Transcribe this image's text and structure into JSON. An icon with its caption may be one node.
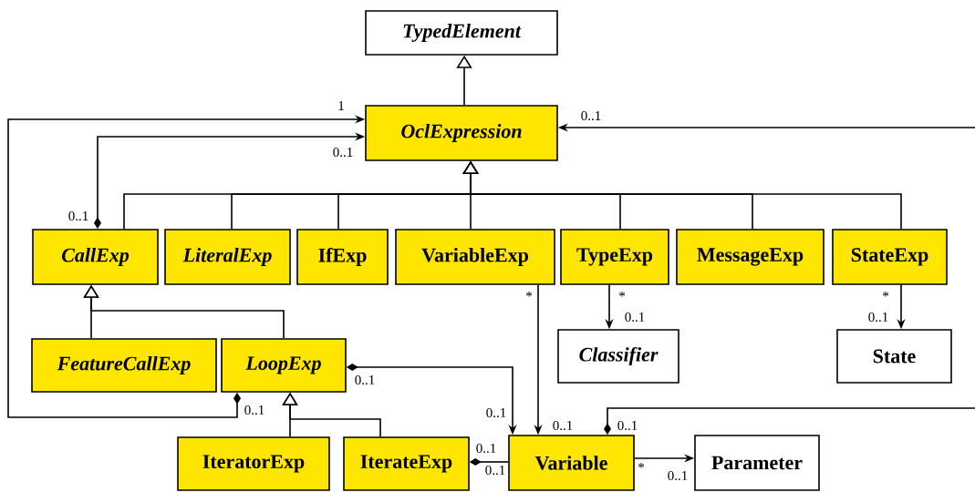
{
  "diagram": {
    "nodes": [
      {
        "text": [
          "TypedElement"
        ]
      },
      {
        "text": [
          "OclExpression"
        ]
      },
      {
        "text": [
          "CallExp"
        ]
      },
      {
        "text": [
          "LiteralExp"
        ]
      },
      {
        "text": [
          "IfExp"
        ]
      },
      {
        "text": [
          "VariableExp"
        ]
      },
      {
        "text": [
          "TypeExp"
        ]
      },
      {
        "text": [
          "MessageExp"
        ]
      },
      {
        "text": [
          "StateExp"
        ]
      },
      {
        "text": [
          "Classifier"
        ]
      },
      {
        "text": [
          "State"
        ]
      },
      {
        "text": [
          "FeatureCallExp"
        ]
      },
      {
        "text": [
          "LoopExp"
        ]
      },
      {
        "text": [
          "IteratorExp"
        ]
      },
      {
        "text": [
          "IterateExp"
        ]
      },
      {
        "text": [
          "Variable"
        ]
      },
      {
        "text": [
          "Parameter"
        ]
      }
    ],
    "edges": [
      {
        "from": 1,
        "to": 0,
        "arrow": "to"
      },
      {
        "from": 2,
        "to": 1,
        "arrow": "to"
      },
      {
        "from": 3,
        "to": 1,
        "arrow": "to"
      },
      {
        "from": 4,
        "to": 1,
        "arrow": "to"
      },
      {
        "from": 5,
        "to": 1,
        "arrow": "to"
      },
      {
        "from": 6,
        "to": 1,
        "arrow": "to"
      },
      {
        "from": 7,
        "to": 1,
        "arrow": "to"
      },
      {
        "from": 8,
        "to": 1,
        "arrow": "to"
      },
      {
        "from": 11,
        "to": 2,
        "arrow": "to"
      },
      {
        "from": 12,
        "to": 2,
        "arrow": "to"
      },
      {
        "from": 13,
        "to": 12,
        "arrow": "to"
      },
      {
        "from": 14,
        "to": 12,
        "arrow": "to"
      },
      {
        "from": 2,
        "to": 1,
        "arrow": "to"
      },
      {
        "from": 12,
        "to": 1,
        "arrow": "to"
      },
      {
        "from": null,
        "to": 1,
        "arrow": "to"
      },
      {
        "from": 12,
        "to": 15,
        "arrow": "to"
      },
      {
        "from": 5,
        "to": 15,
        "arrow": "to"
      },
      {
        "from": 6,
        "to": 9,
        "arrow": "to"
      },
      {
        "from": 8,
        "to": 10,
        "arrow": "to"
      },
      {
        "from": 14,
        "to": 15,
        "arrow": "other"
      },
      {
        "from": null,
        "to": 15,
        "arrow": "other"
      },
      {
        "from": 15,
        "to": 16,
        "arrow": "to"
      }
    ],
    "labels": [
      "1",
      "0..1",
      "0..1",
      "0..1",
      "*",
      "*",
      "*",
      "0..1",
      "0..1",
      "0..1",
      "0..1",
      "0..1",
      "0..1",
      "0..1",
      "0..1",
      "0..1",
      "*",
      "0..1"
    ]
  }
}
